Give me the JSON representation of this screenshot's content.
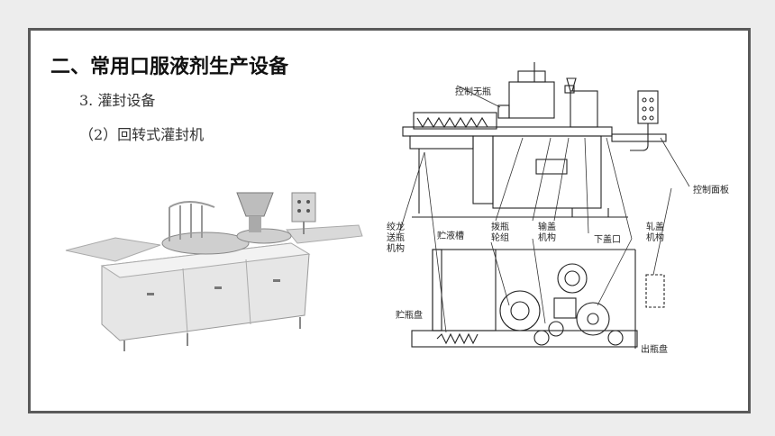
{
  "heading": "二、常用口服液剂生产设备",
  "item1": "3. 灌封设备",
  "item2": "（2）回转式灌封机",
  "diagram_labels": {
    "control_no_bottle": "控制无瓶",
    "control_panel": "控制面板",
    "screw_feed_1": "绞龙",
    "screw_feed_2": "送瓶",
    "screw_feed_3": "机构",
    "liquid_tank": "贮液槽",
    "dial_wheel_1": "拨瓶",
    "dial_wheel_2": "轮组",
    "cap_feed_1": "输盖",
    "cap_feed_2": "机构",
    "cap_drop": "下盖口",
    "crimp_1": "轧盖",
    "crimp_2": "机构",
    "bottle_store": "贮瓶盘",
    "bottle_out": "出瓶盘"
  }
}
